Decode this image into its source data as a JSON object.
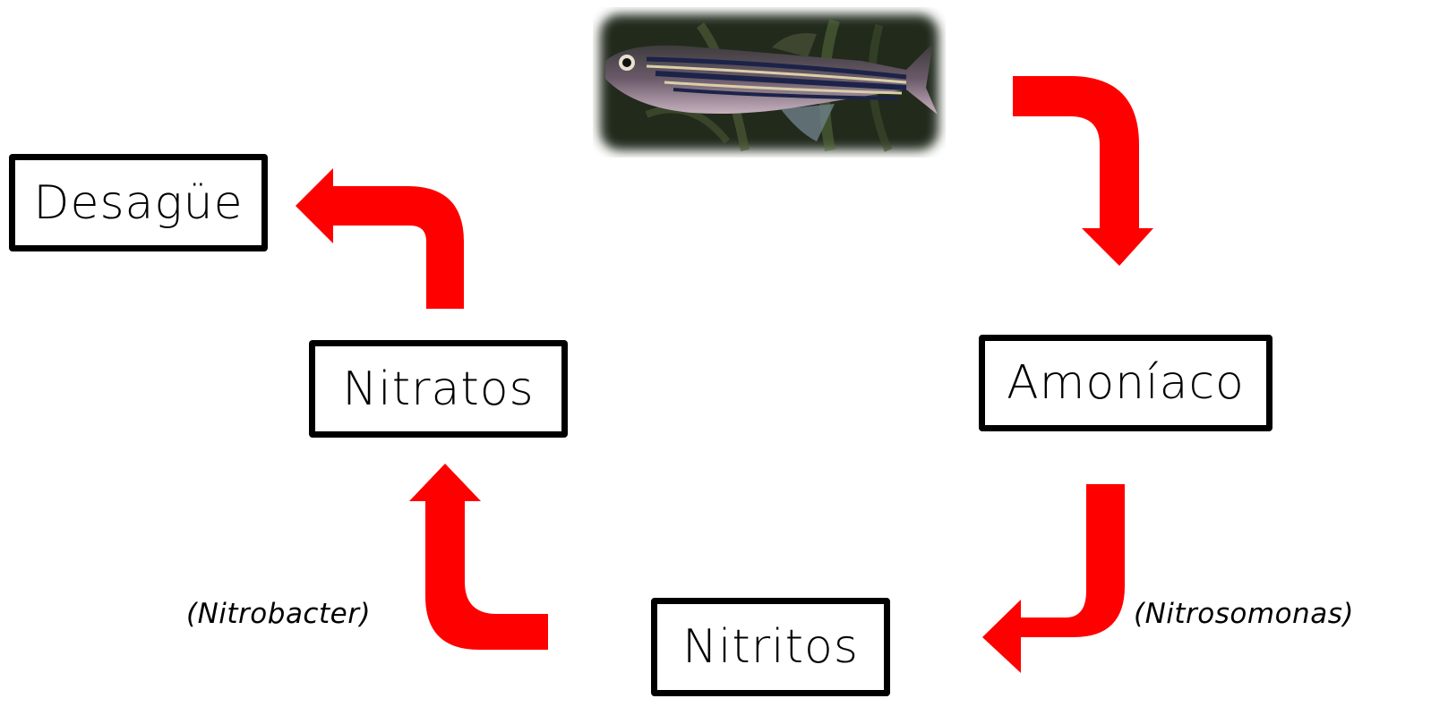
{
  "nodes": {
    "desague": "Desagüe",
    "nitratos": "Nitratos",
    "amoniaco": "Amoníaco",
    "nitritos": "Nitritos"
  },
  "labels": {
    "nitrobacter": "(Nitrobacter)",
    "nitrosomonas": "(Nitrosomonas)"
  },
  "image": {
    "subject": "zebrafish photo"
  },
  "colors": {
    "arrow": "#ff0000",
    "box_border": "#000000"
  }
}
